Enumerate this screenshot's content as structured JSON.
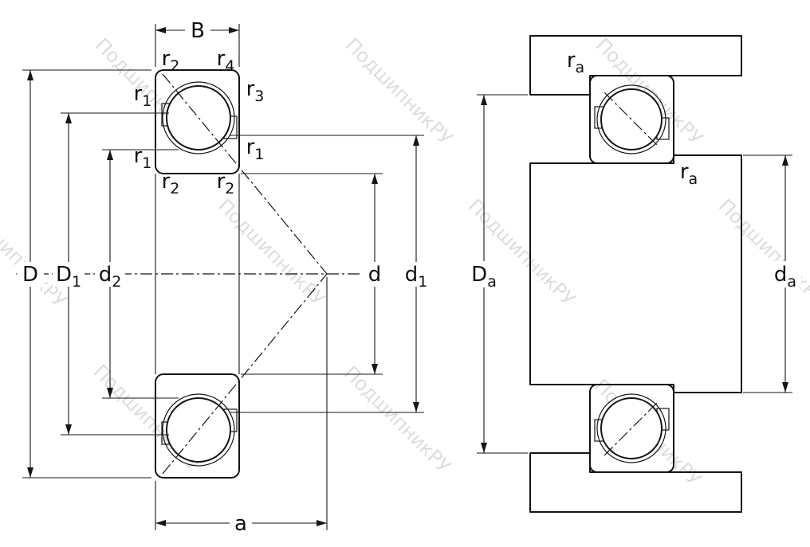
{
  "watermark": {
    "text": "ПодшипникРУ",
    "color": "#bdbdbd"
  },
  "colors": {
    "bearing_fill": "#c8d7ec",
    "metal_light": "#ececec",
    "metal_dark": "#b3b3b3",
    "line": "#141414"
  },
  "left_view": {
    "dims": {
      "B": {
        "main": "B",
        "sub": ""
      },
      "D": {
        "main": "D",
        "sub": ""
      },
      "D1": {
        "main": "D",
        "sub": "1"
      },
      "d2": {
        "main": "d",
        "sub": "2"
      },
      "d": {
        "main": "d",
        "sub": ""
      },
      "d1": {
        "main": "d",
        "sub": "1"
      },
      "a": {
        "main": "a",
        "sub": ""
      },
      "r1": {
        "main": "r",
        "sub": "1"
      },
      "r2": {
        "main": "r",
        "sub": "2"
      },
      "r3": {
        "main": "r",
        "sub": "3"
      },
      "r4": {
        "main": "r",
        "sub": "4"
      }
    }
  },
  "right_view": {
    "dims": {
      "Da": {
        "main": "D",
        "sub": "a"
      },
      "da": {
        "main": "d",
        "sub": "a"
      },
      "ra": {
        "main": "r",
        "sub": "a"
      }
    }
  }
}
